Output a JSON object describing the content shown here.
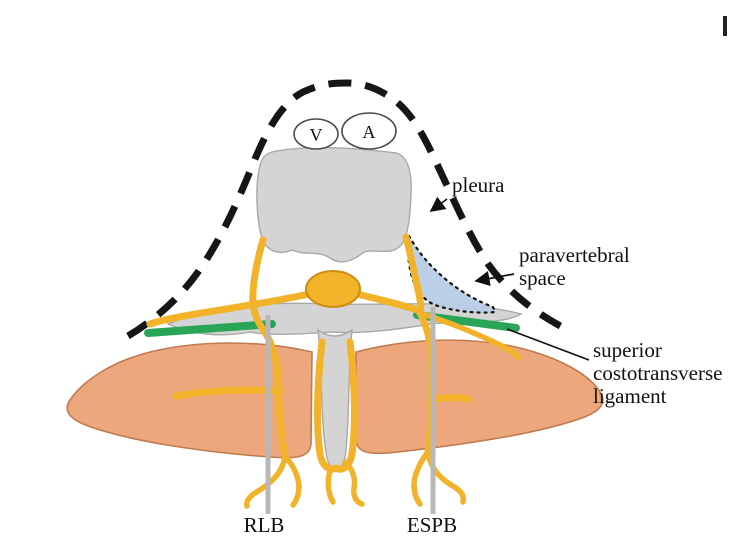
{
  "diagram": {
    "vessels": {
      "vein": "V",
      "artery": "A"
    },
    "labels": {
      "pleura": "pleura",
      "paravertebral_line1": "paravertebral",
      "paravertebral_line2": "space",
      "ligament_line1": "superior",
      "ligament_line2": "costotransverse",
      "ligament_line3": "ligament",
      "left_needle": "RLB",
      "right_needle": "ESPB"
    },
    "colors": {
      "pleura_line": "#161616",
      "bone": "#d4d4d4",
      "bone_outline": "#a8a8a8",
      "nerve": "#f2b32b",
      "nerve_outline": "#cc8d0e",
      "ligament": "#2aa558",
      "paravertebral_fill": "#b7cde6",
      "muscle": "#eda77c",
      "muscle_outline": "#c07a50",
      "needle": "#b8b8b8",
      "label_text": "#111111"
    }
  }
}
